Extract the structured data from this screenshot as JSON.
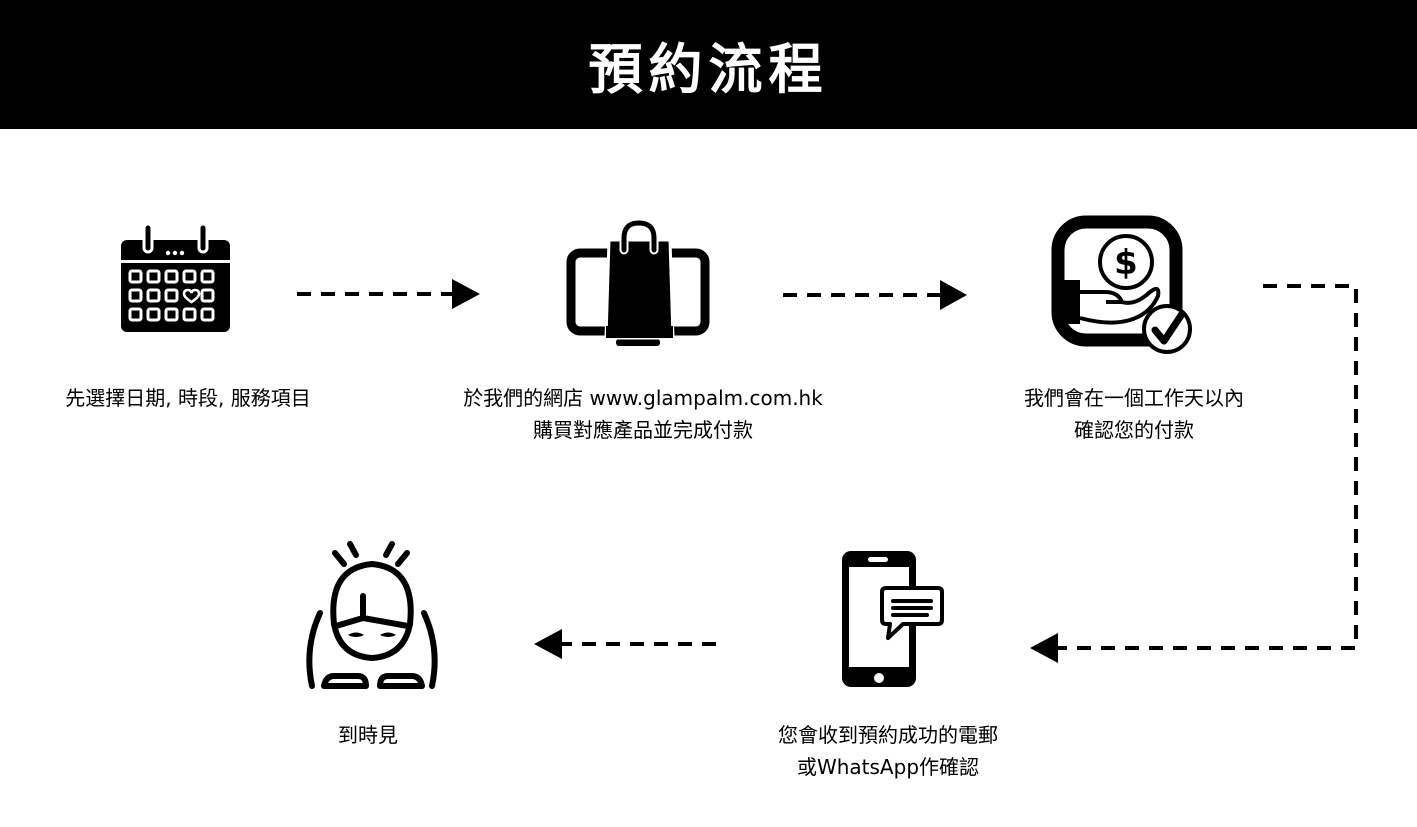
{
  "header": {
    "title": "預約流程"
  },
  "steps": [
    {
      "icon": "calendar-heart-icon",
      "lines": [
        "先選擇日期, 時段, 服務項目"
      ]
    },
    {
      "icon": "monitor-shopping-bag-icon",
      "lines": [
        "於我們的網店 www.glampalm.com.hk",
        "購買對應產品並完成付款"
      ]
    },
    {
      "icon": "hand-coin-check-icon",
      "lines": [
        "我們會在一個工作天以內",
        "確認您的付款"
      ]
    },
    {
      "icon": "phone-message-icon",
      "lines": [
        "您會收到預約成功的電郵",
        "或WhatsApp作確認"
      ]
    },
    {
      "icon": "bowing-person-icon",
      "lines": [
        "到時見"
      ]
    }
  ],
  "colors": {
    "background": "#ffffff",
    "header": "#000000",
    "title": "#ffffff",
    "ink": "#000000"
  }
}
